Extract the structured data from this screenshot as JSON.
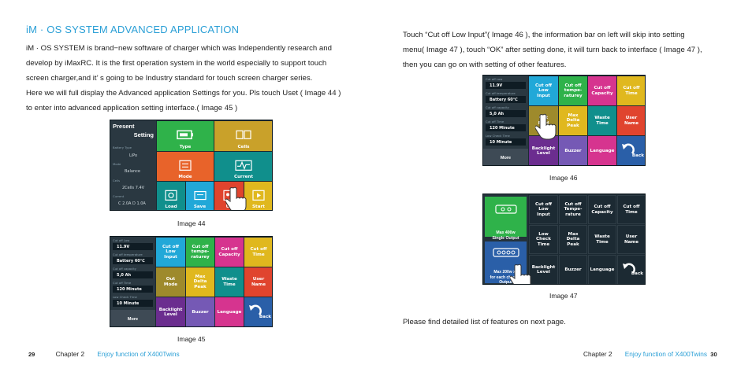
{
  "left_page": {
    "heading": "iM · OS SYSTEM ADVANCED APPLICATION",
    "para1_lines": [
      "iM · OS SYSTEM is brand−new software of charger which was Independently research and",
      "develop by iMaxRC. It is the first operation system in the world especially to support touch",
      "screen charger,and it’ s going to be Industry standard for touch screen charger series."
    ],
    "para2_lines": [
      "Here we will full display the Advanced application Settings for you. Pls touch Uset ( Image 44 )",
      "to enter into advanced application setting interface.( Image 45 )"
    ],
    "image44": {
      "caption": "Image 44",
      "present_label": "Present",
      "setting_label": "Setting",
      "fields": [
        {
          "label": "Battery Type",
          "value": "LiPo"
        },
        {
          "label": "Mode",
          "value": "Balance"
        },
        {
          "label": "Cells",
          "value": "2Cells  7.4V"
        },
        {
          "label": "Current",
          "value": "C 2.0A  D 1.0A"
        }
      ],
      "tiles": {
        "type": "Type",
        "cells": "Cells",
        "mode": "Mode",
        "current": "Current",
        "load": "Load",
        "save": "Save",
        "uset": "Us",
        "start": "Start"
      }
    },
    "image45": {
      "caption": "Image 45",
      "fields": [
        {
          "label": "Cut off Low",
          "value": "11.9V"
        },
        {
          "label": "Cut off temperature",
          "value": "Battery 60℃"
        },
        {
          "label": "Cut off capacity",
          "value": "5,0 Ah"
        },
        {
          "label": "Cut off Time",
          "value": "120 Minute"
        },
        {
          "label": "Low Check Time",
          "value": "10 Minute"
        }
      ],
      "more": "More",
      "tiles": {
        "cutoff_low": "Cut off\nLow\nInput",
        "cutoff_temp": "Cut off\ntempe-\nraturey",
        "cutoff_capacity": "Cut off\nCapacity",
        "cutoff_time": "Cut off\nTime",
        "out_mode": "Out\nMode",
        "max_delta_peak": "Max\nDelta\nPeak",
        "waste_time": "Waste\nTime",
        "user_name": "User\nName",
        "backlight": "Backlight\nLevel",
        "buzzer": "Buzzer",
        "language": "Language",
        "back": "Back"
      }
    },
    "footer": {
      "page": "29",
      "chapter": "Chapter 2",
      "title": "Enjoy function of X400Twins"
    }
  },
  "right_page": {
    "para1_lines": [
      "Touch  “Cut off Low Input”( Image 46 ), the information bar on left will skip into setting",
      "menu( Image 47 ), touch  “OK”  after setting done, it will turn back to interface ( Image 47 ),",
      "then you can go on with setting of other features."
    ],
    "image46": {
      "caption": "Image 46",
      "fields": [
        {
          "label": "Cut off Low",
          "value": "11.9V"
        },
        {
          "label": "Cut off temperature",
          "value": "Battery 60℃"
        },
        {
          "label": "Cut off capacity",
          "value": "5,0 Ah"
        },
        {
          "label": "Cut off Time",
          "value": "120 Minute"
        },
        {
          "label": "Low Check Time",
          "value": "10 Minute"
        }
      ],
      "more": "More",
      "tiles": {
        "cutoff_low": "Cut off\nLow\nInput",
        "cutoff_temp": "Cut off\ntempe-\nraturey",
        "cutoff_capacity": "Cut off\nCapacity",
        "cutoff_time": "Cut off\nTime",
        "out_mode": "Out\nMod",
        "max_delta_peak": "Max\nDelta\nPeak",
        "waste_time": "Waste\nTime",
        "user_name": "User\nName",
        "backlight": "Backlight\nLevel",
        "buzzer": "Buzzer",
        "language": "Language",
        "back": "Back"
      }
    },
    "image47": {
      "caption": "Image 47",
      "single_output": "Max 400w\nSingle Output",
      "dual_output": "Max 200w x2\nfor each channel\nOutput",
      "tiles": {
        "cutoff_low": "Cut off\nLow\nInput",
        "cutoff_temp": "Cut off\nTempe-\nrature",
        "cutoff_capacity": "Cut off\nCapacity",
        "cutoff_time": "Cut off\nTime",
        "low_check_time": "Low\nCheck\nTime",
        "max_delta_peak": "Max\nDelta\nPeak",
        "waste_time": "Waste\nTime",
        "user_name": "User\nName",
        "backlight": "Backlight\nLevel",
        "buzzer": "Buzzer",
        "language": "Language",
        "back": "Back"
      }
    },
    "final_line": "Please find detailed list of features on next page.",
    "footer": {
      "chapter": "Chapter 2",
      "title": "Enjoy function of X400Twins",
      "page": "30"
    }
  },
  "colors": {
    "accent_blue": "#2a9fd6",
    "screen_bg": "#1c2a33",
    "tile_cyan": "#21a8d8",
    "tile_green": "#2fb24a",
    "tile_magenta": "#d6348f",
    "tile_yellow": "#e0b81e",
    "tile_olive": "#9e8a2c",
    "tile_teal": "#108f8c",
    "tile_red": "#e0442e",
    "tile_purple": "#6b2d8f",
    "tile_lavender": "#7559b5",
    "tile_orange": "#e8632a",
    "tile_navy": "#2a5fa8"
  }
}
